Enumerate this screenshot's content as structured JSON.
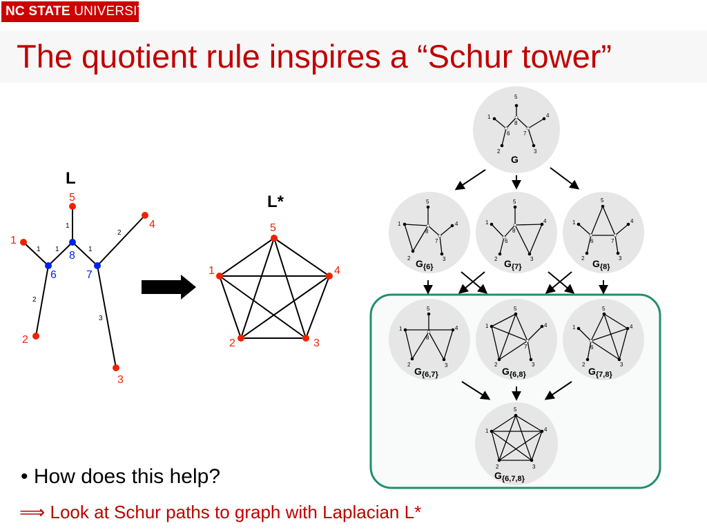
{
  "header": {
    "logo_bold": "NC STATE",
    "logo_rest": " UNIVERSITY",
    "title": "The quotient rule inspires a “Schur tower”"
  },
  "graph_L": {
    "label": "L",
    "red_nodes": [
      "1",
      "2",
      "3",
      "4",
      "5"
    ],
    "blue_nodes": [
      "6",
      "7",
      "8"
    ],
    "edge_weights": [
      "1",
      "1",
      "1",
      "1",
      "2",
      "2",
      "3"
    ]
  },
  "graph_Lstar": {
    "label": "L*",
    "nodes": [
      "1",
      "2",
      "3",
      "4",
      "5"
    ]
  },
  "tower": {
    "top": {
      "label": "G",
      "nodes": [
        "1",
        "2",
        "3",
        "4",
        "5",
        "6",
        "7",
        "8"
      ]
    },
    "level1": [
      {
        "label": "G",
        "sub": "{6}"
      },
      {
        "label": "G",
        "sub": "{7}"
      },
      {
        "label": "G",
        "sub": "{8}"
      }
    ],
    "level2": [
      {
        "label": "G",
        "sub": "{6,7}"
      },
      {
        "label": "G",
        "sub": "{6,8}"
      },
      {
        "label": "G",
        "sub": "{7,8}"
      }
    ],
    "bottom": {
      "label": "G",
      "sub": "{6,7,8}"
    }
  },
  "text": {
    "bullet": "• How does this help?",
    "implies_symbol": "⟹",
    "implies_text": " Look at Schur paths to graph with Laplacian L*"
  },
  "colors": {
    "accent_red": "#c00000",
    "node_red": "#ee2200",
    "node_blue": "#0022ee",
    "box_green": "#1f8f6e",
    "circle_gray": "#e6e6e6"
  }
}
